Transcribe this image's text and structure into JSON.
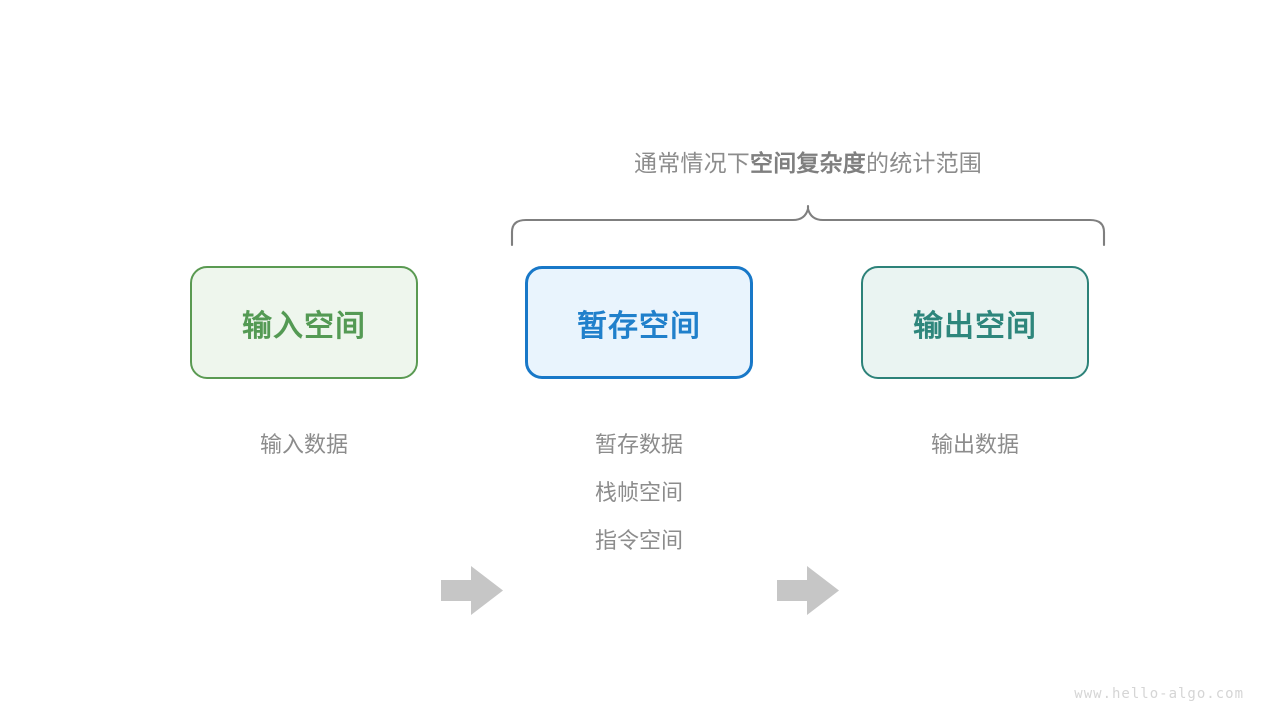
{
  "diagram": {
    "title_prefix": "通常情况下",
    "title_strong": "空间复杂度",
    "title_suffix": "的统计范围",
    "brace_icon": "curly-brace-up-icon",
    "stages": [
      {
        "id": "input",
        "label": "输入空间",
        "text_color": "#549a54",
        "border_color": "#5a9a52",
        "fill_color": "#eef6ed",
        "captions": [
          "输入数据"
        ]
      },
      {
        "id": "temp",
        "label": "暂存空间",
        "text_color": "#2080cb",
        "border_color": "#1878c8",
        "fill_color": "#e9f4fd",
        "captions": [
          "暂存数据",
          "栈帧空间",
          "指令空间"
        ]
      },
      {
        "id": "output",
        "label": "输出空间",
        "text_color": "#2e867c",
        "border_color": "#2d8279",
        "fill_color": "#eaf4f2",
        "captions": [
          "输出数据"
        ]
      }
    ],
    "arrows": [
      {
        "id": "arrow-input-to-temp",
        "icon": "right-arrow-icon",
        "color": "#c6c6c6"
      },
      {
        "id": "arrow-temp-to-output",
        "icon": "right-arrow-icon",
        "color": "#c6c6c6"
      }
    ],
    "caption_color": "#8c8c8c",
    "brace_color": "#7f7f7f",
    "watermark": "www.hello-algo.com",
    "background": "#ffffff"
  }
}
